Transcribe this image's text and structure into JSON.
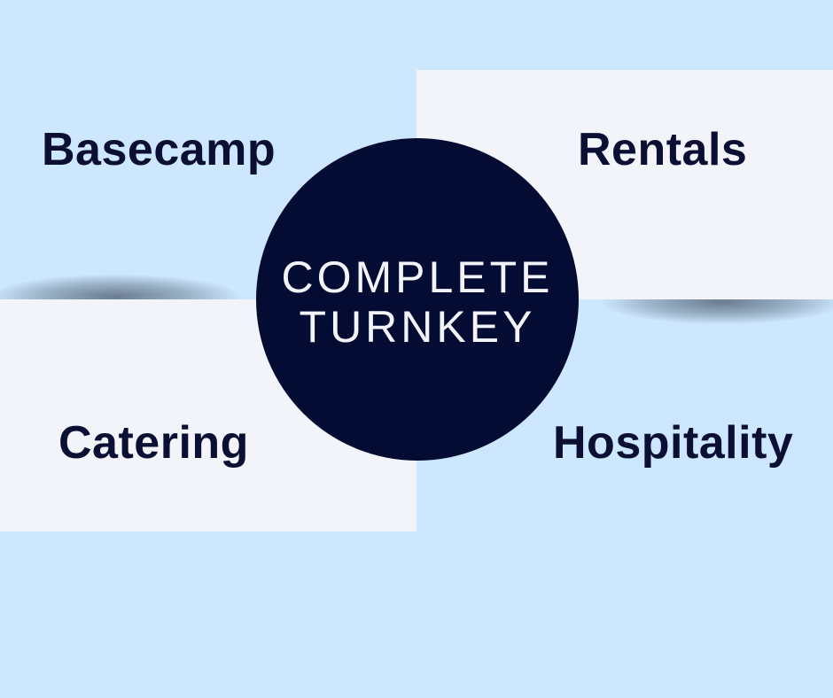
{
  "colors": {
    "background": "#cce7fe",
    "panel": "#f3f4f9",
    "circle": "#040c34",
    "text_dark": "#0b0f33",
    "text_light": "#f3f4f9"
  },
  "quadrants": {
    "top_left": "Basecamp",
    "top_right": "Rentals",
    "bottom_left": "Catering",
    "bottom_right": "Hospitality"
  },
  "center": {
    "line1": "COMPLETE",
    "line2": "TURNKEY"
  }
}
